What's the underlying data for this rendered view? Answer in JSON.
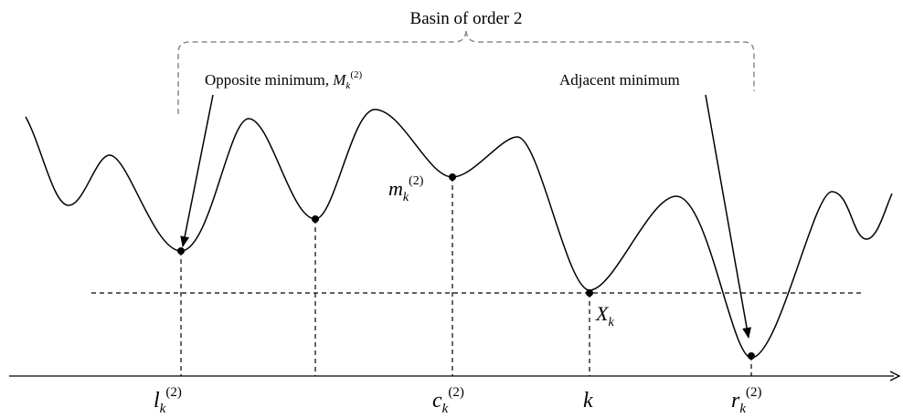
{
  "title": "Basin of order 2",
  "annotations": {
    "opposite": {
      "text": "Opposite minimum, ",
      "symbol": "M",
      "sub": "k",
      "sup": "(2)"
    },
    "adjacent": {
      "text": "Adjacent minimum"
    }
  },
  "point_labels": {
    "m": {
      "symbol": "m",
      "sub": "k",
      "sup": "(2)"
    },
    "X": {
      "symbol": "X",
      "sub": "k"
    }
  },
  "axis_labels": {
    "l": {
      "symbol": "l",
      "sub": "k",
      "sup": "(2)"
    },
    "c": {
      "symbol": "c",
      "sub": "k",
      "sup": "(2)"
    },
    "k": {
      "symbol": "k"
    },
    "r": {
      "symbol": "r",
      "sub": "k",
      "sup": "(2)"
    }
  },
  "colors": {
    "curve": "#000000",
    "bracket": "#8c8c8c",
    "dashes": "#000000"
  }
}
